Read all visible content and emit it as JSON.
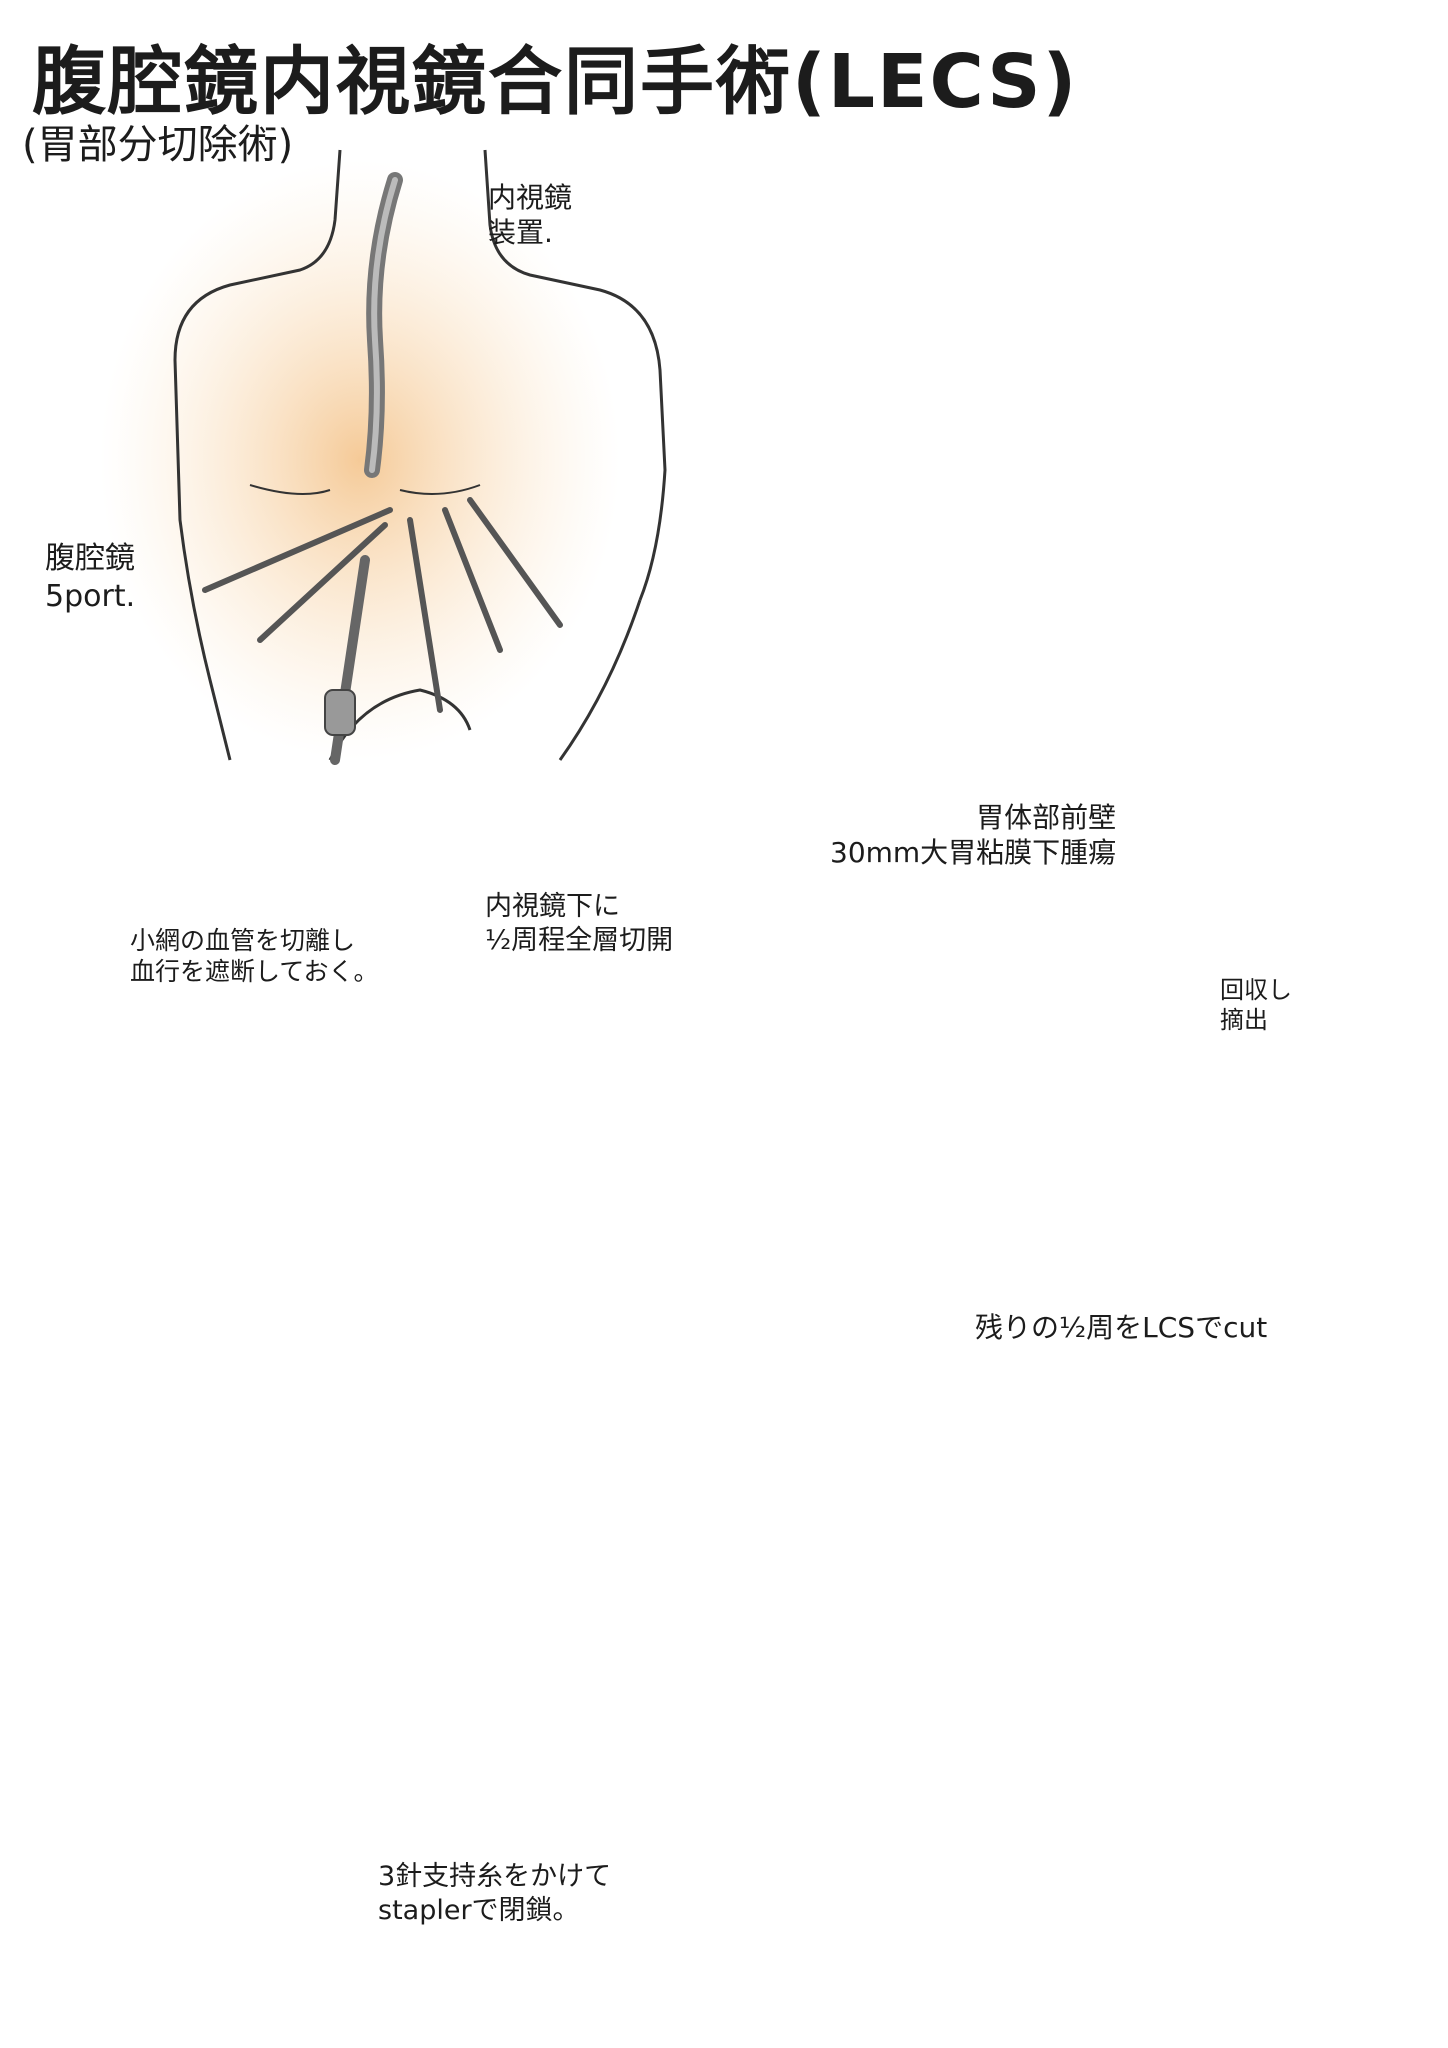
{
  "title": "腹腔鏡内視鏡合同手術(LECS)",
  "subtitle": "(胃部分切除術)",
  "panels": {
    "p1": {
      "endoscope_box": "内視鏡\n装置.",
      "laparoscope_label": "腹腔鏡\n5port."
    },
    "p2": {
      "tumor_label": "胃体部前壁\n30mm大胃粘膜下腫瘍"
    },
    "p3": {
      "left_note": "小網の血管を切離し\n血行を遮断しておく。",
      "right_note": "内視鏡下に\n½周程全層切開"
    },
    "p4": {
      "retrieve_note": "回収し\n摘出",
      "cut_note": "残りの½周をLCSでcut"
    },
    "p5": {
      "closure_note": "3針支持糸をかけて\nstaplerで閉鎖。"
    }
  },
  "signature": "",
  "colors": {
    "skin": "#f7d3a6",
    "fat": "#f6e07a",
    "vessel": "#c94a2a",
    "tumor": "#f2748d",
    "tumor_dark": "#6e3a45",
    "spleen": "#7d4fb0",
    "instrument": "#8a8a8a",
    "suture": "#7a3fb0"
  }
}
